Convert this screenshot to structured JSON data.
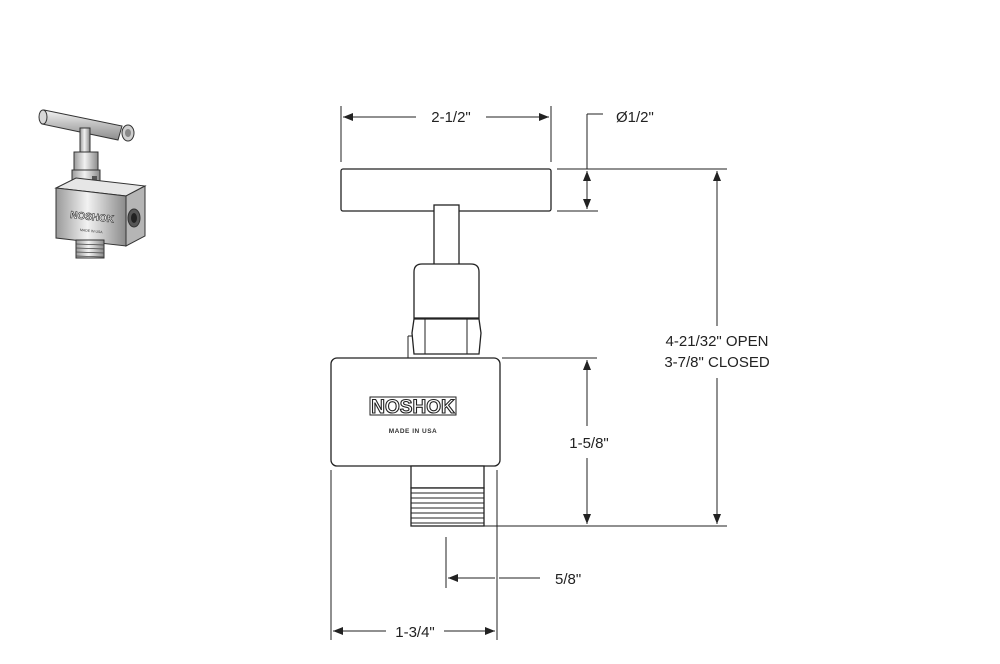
{
  "dimensions": {
    "handle_width": "2-1/2\"",
    "handle_diameter": "Ø1/2\"",
    "height_open": "4-21/32\" OPEN",
    "height_closed": "3-7/8\" CLOSED",
    "body_height": "1-5/8\"",
    "thread_width": "5/8\"",
    "body_width": "1-3/4\""
  },
  "body_marking": {
    "logo": "NOSHOK",
    "made_in": "MADE IN USA"
  },
  "colors": {
    "line": "#222222",
    "background": "#ffffff"
  }
}
